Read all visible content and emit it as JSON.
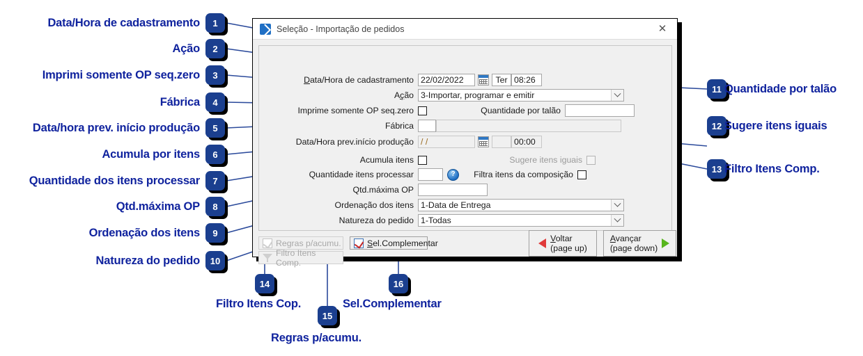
{
  "dialog": {
    "title": "Seleção - Importação de pedidos",
    "icons": {
      "app": "app-icon",
      "close": "close-icon"
    },
    "fields": {
      "data_hora_cadastramento": {
        "label": "Data/Hora de cadastramento",
        "date_value": "22/02/2022",
        "weekday": "Ter",
        "time_value": "08:26",
        "calendar_icon": "calendar-icon"
      },
      "acao": {
        "label": "Ação",
        "value": "3-Importar, programar e emitir"
      },
      "imprime_somente_op": {
        "label": "Imprime somente OP seq.zero",
        "checked": false
      },
      "quantidade_por_talao": {
        "label": "Quantidade por talão",
        "value": ""
      },
      "fabrica": {
        "label": "Fábrica",
        "value": "",
        "description": ""
      },
      "data_hora_prev_inicio": {
        "label": "Data/Hora prev.início produção",
        "date_value": "/  /",
        "weekday": "",
        "time_value": "00:00",
        "calendar_icon": "calendar-icon"
      },
      "acumula_itens": {
        "label": "Acumula itens",
        "checked": false
      },
      "sugere_itens_iguais": {
        "label": "Sugere itens iguais",
        "checked": false,
        "disabled": true
      },
      "quantidade_itens_processar": {
        "label": "Quantidade itens processar",
        "value": "",
        "help_icon": "help-icon"
      },
      "filtra_itens_composicao": {
        "label": "Filtra itens da composição",
        "checked": false
      },
      "qtd_maxima_op": {
        "label": "Qtd.máxima OP",
        "value": ""
      },
      "ordenacao_dos_itens": {
        "label": "Ordenação dos itens",
        "value": "1-Data de Entrega"
      },
      "natureza_do_pedido": {
        "label": "Natureza do pedido",
        "value": "1-Todas"
      }
    },
    "buttons": {
      "regras_acumu": {
        "label": "Regras p/acumu.",
        "disabled": true,
        "icon": "checklist-icon"
      },
      "filtro_itens_comp": {
        "label": "Filtro Itens Comp.",
        "disabled": true,
        "icon": "funnel-icon"
      },
      "sel_complementar": {
        "label": "Sel.Complementar",
        "disabled": false,
        "icon": "checklist-icon"
      },
      "voltar": {
        "line1": "Voltar",
        "line2": "(page up)",
        "icon": "arrow-left-icon"
      },
      "avancar": {
        "line1": "Avançar",
        "line2": "(page down)",
        "icon": "arrow-right-icon"
      }
    }
  },
  "annotations": {
    "accent_color": "#10239e",
    "badge_color": "#1b3f8f",
    "items": [
      {
        "num": "1",
        "text": "Data/Hora de cadastramento"
      },
      {
        "num": "2",
        "text": "Ação"
      },
      {
        "num": "3",
        "text": "Imprimi somente OP seq.zero"
      },
      {
        "num": "4",
        "text": "Fábrica"
      },
      {
        "num": "5",
        "text": "Data/hora prev. início produção"
      },
      {
        "num": "6",
        "text": "Acumula por itens"
      },
      {
        "num": "7",
        "text": "Quantidade dos itens  processar"
      },
      {
        "num": "8",
        "text": "Qtd.máxima OP"
      },
      {
        "num": "9",
        "text": "Ordenação dos itens"
      },
      {
        "num": "10",
        "text": "Natureza do pedido"
      },
      {
        "num": "11",
        "text": "Quantidade por talão"
      },
      {
        "num": "12",
        "text": "Sugere itens iguais"
      },
      {
        "num": "13",
        "text": "Filtro Itens Comp."
      },
      {
        "num": "14",
        "text": "Filtro Itens Cop."
      },
      {
        "num": "15",
        "text": "Regras p/acumu."
      },
      {
        "num": "16",
        "text": "Sel.Complementar"
      }
    ]
  }
}
